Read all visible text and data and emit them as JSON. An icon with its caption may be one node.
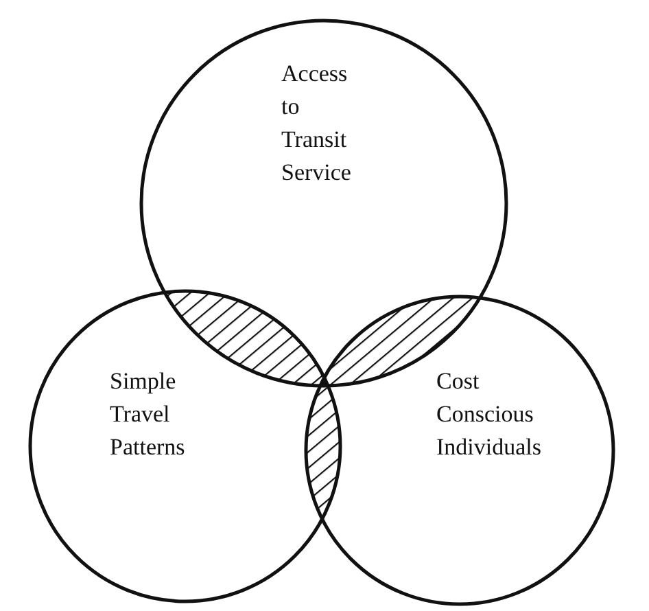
{
  "diagram": {
    "nodes": [
      {
        "text": [
          "Access to Transit Service"
        ]
      },
      {
        "text": [
          "Simple Travel Patterns"
        ]
      },
      {
        "text": [
          "Cost Conscious Individuals"
        ]
      }
    ]
  }
}
